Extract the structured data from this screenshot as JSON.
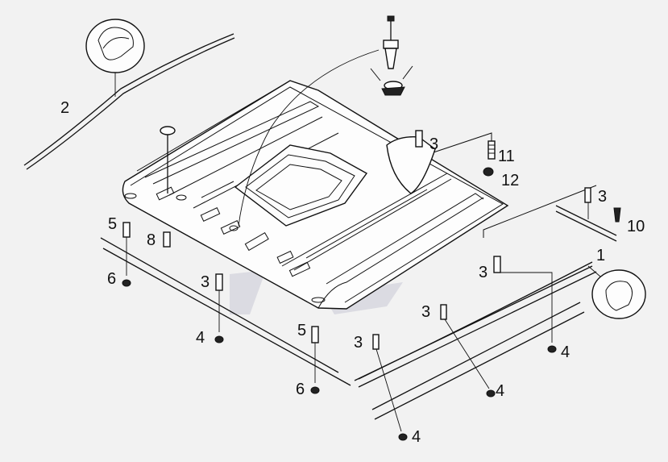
{
  "diagram": {
    "callouts": [
      {
        "id": "c2",
        "text": "2"
      },
      {
        "id": "c1",
        "text": "1"
      },
      {
        "id": "c3a",
        "text": "3"
      },
      {
        "id": "c11",
        "text": "11"
      },
      {
        "id": "c12",
        "text": "12"
      },
      {
        "id": "c3b",
        "text": "3"
      },
      {
        "id": "c10",
        "text": "10"
      },
      {
        "id": "c5a",
        "text": "5"
      },
      {
        "id": "c8",
        "text": "8"
      },
      {
        "id": "c6a",
        "text": "6"
      },
      {
        "id": "c3c",
        "text": "3"
      },
      {
        "id": "c4a",
        "text": "4"
      },
      {
        "id": "c5b",
        "text": "5"
      },
      {
        "id": "c6b",
        "text": "6"
      },
      {
        "id": "c3d",
        "text": "3"
      },
      {
        "id": "c3e",
        "text": "3"
      },
      {
        "id": "c3f",
        "text": "3"
      },
      {
        "id": "c4b",
        "text": "4"
      },
      {
        "id": "c4c",
        "text": "4"
      },
      {
        "id": "c4d",
        "text": "4"
      }
    ],
    "colors": {
      "background": "#f2f2f2",
      "line": "#111111",
      "watermark": "#c9c9d6"
    },
    "watermark_icon": "stylized-logo-watermark"
  }
}
